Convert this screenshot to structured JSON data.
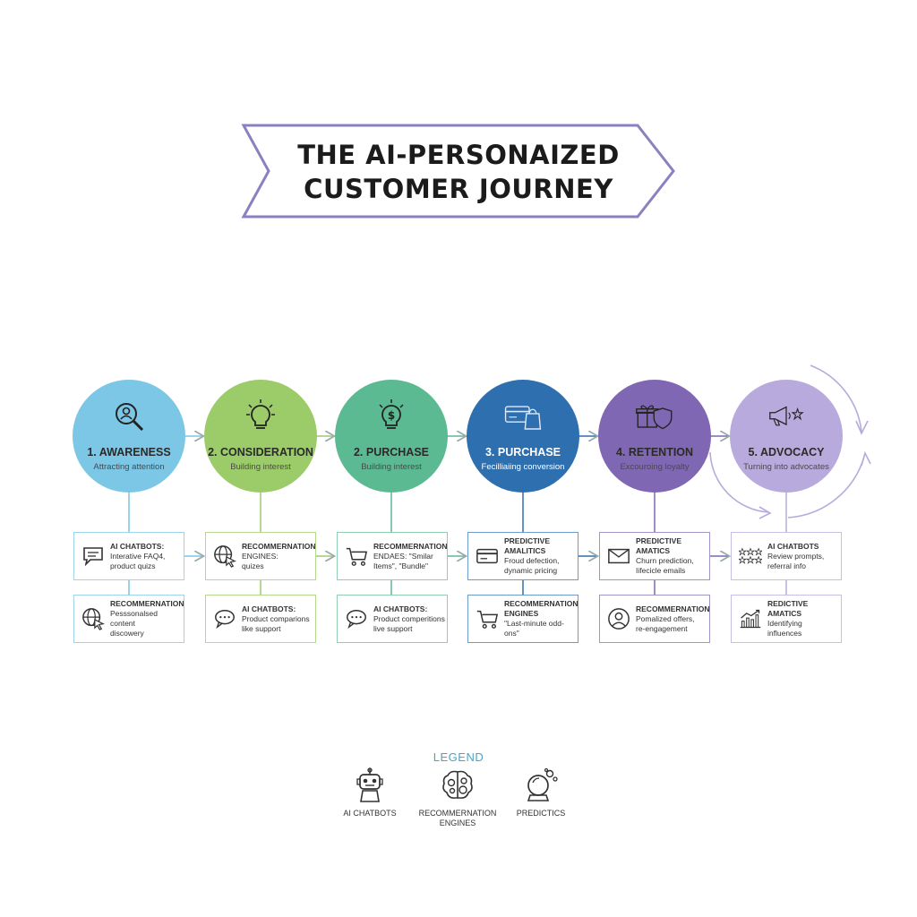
{
  "title": {
    "line1": "THE AI-PERSONAIZED",
    "line2": "CUSTOMER JOURNEY"
  },
  "colors": {
    "awareness": "#7cc6e6",
    "consideration": "#9ccc6a",
    "purchase": "#5cba92",
    "purchase_dark": "#2e6fb0",
    "retention": "#7f67b3",
    "advocacy": "#b8aadc",
    "banner_border": "#8a82c0"
  },
  "stages": [
    {
      "title": "1. AWARENESS",
      "sub": "Attracting attention",
      "icon": "magnifier-person-icon"
    },
    {
      "title": "2. CONSIDERATION",
      "sub": "Building interest",
      "icon": "lightbulb-icon"
    },
    {
      "title": "2. PURCHASE",
      "sub": "Building interest",
      "icon": "dollar-bulb-icon"
    },
    {
      "title": "3. PURCHASE",
      "sub": "Fecilliaiing conversion",
      "icon": "card-bag-icon"
    },
    {
      "title": "4. RETENTION",
      "sub": "Excouroing loyalty",
      "icon": "gift-shield-icon"
    },
    {
      "title": "5. ADVOCACY",
      "sub": "Turning into advocates",
      "icon": "megaphone-star-icon"
    }
  ],
  "cards_top": [
    {
      "title": "AI CHATBOTS:",
      "line1": "Interative FAQ4,",
      "line2": "product quizs",
      "icon": "chat-bubble-icon"
    },
    {
      "title": "RECOMMERNATION",
      "line1": "ENGINES:",
      "line2": "quizes",
      "icon": "globe-cursor-icon"
    },
    {
      "title": "RECOMMERNATION",
      "line1": "ENDAES: \"Smilar",
      "line2": "Items\", \"Bundle\"",
      "icon": "cart-icon"
    },
    {
      "title": "PREDICTIVE AMALITICS",
      "line1": "Froud defection,",
      "line2": "dynamic pricing",
      "icon": "credit-card-icon"
    },
    {
      "title": "PREDICTIVE AMATICS",
      "line1": "Churn prediction,",
      "line2": "Iifecicle emails",
      "icon": "envelope-icon"
    },
    {
      "title": "AI CHATBOTS",
      "line1": "Review prompts,",
      "line2": "referral info",
      "icon": "stars-icon"
    }
  ],
  "cards_bottom": [
    {
      "title": "RECOMMERNATION",
      "line1": "Pesssonalsed content",
      "line2": "discowery",
      "icon": "globe-cursor-icon"
    },
    {
      "title": "AI CHATBOTS:",
      "line1": "Product comparions",
      "line2": "like support",
      "icon": "chat-bubble-icon"
    },
    {
      "title": "AI CHATBOTS:",
      "line1": "Product comperitions",
      "line2": "live support",
      "icon": "chat-bubble-icon"
    },
    {
      "title": "RECOMMERNATION ENGINES",
      "line1": "\"Last-minute odd-ons\"",
      "line2": "",
      "icon": "cart-icon"
    },
    {
      "title": "RECOMMERNATION",
      "line1": "Pomalized offers,",
      "line2": "re-engagement",
      "icon": "user-circle-icon"
    },
    {
      "title": "REDICTIVE AMATICS",
      "line1": "Identifying",
      "line2": "influences",
      "icon": "trend-chart-icon"
    }
  ],
  "legend": {
    "title": "LEGEND",
    "items": [
      {
        "label": "AI CHATBOTS",
        "icon": "robot-icon"
      },
      {
        "label": "RECOMMERNATION ENGINES",
        "icon": "brain-gears-icon"
      },
      {
        "label": "PREDICTICS",
        "icon": "crystal-ball-icon"
      }
    ]
  }
}
